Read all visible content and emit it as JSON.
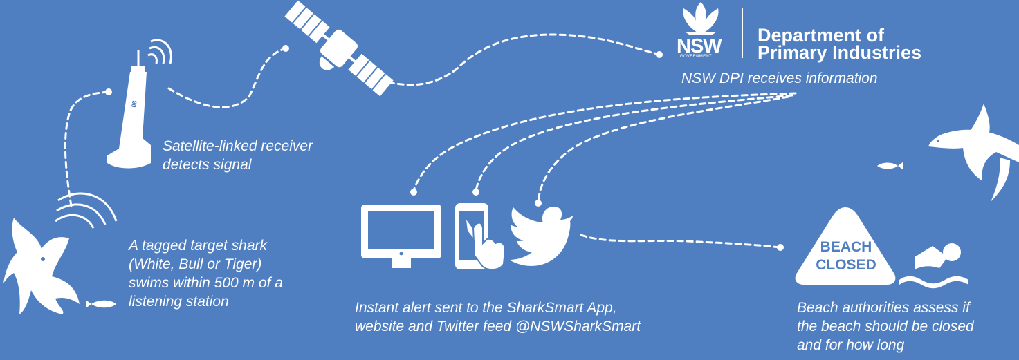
{
  "logo": {
    "wordmark": "NSW",
    "wordmark_sub": "GOVERNMENT",
    "dept_line1": "Department of",
    "dept_line2": "Primary Industries"
  },
  "captions": {
    "dpi": "NSW DPI receives information",
    "receiver": [
      "Satellite-linked receiver",
      "detects signal"
    ],
    "shark": [
      "A tagged target shark",
      "(White, Bull or Tiger)",
      "swims within 500 m of a",
      "listening station"
    ],
    "alert": [
      "Instant alert sent to the SharkSmart App,",
      "website and Twitter feed @NSWSharkSmart"
    ],
    "beach": [
      "Beach authorities assess if",
      "the beach should be closed",
      "and for how long"
    ]
  },
  "beach_sign": [
    "BEACH",
    "CLOSED"
  ],
  "buoy_label": "08",
  "icons": [
    "shark-icon",
    "fish-icon",
    "buoy-receiver-icon",
    "satellite-icon",
    "nsw-waratah-logo-icon",
    "computer-monitor-icon",
    "smartphone-icon",
    "twitter-bird-icon",
    "beach-closed-sign-icon",
    "swimmer-icon"
  ],
  "colors": {
    "background": "#4f7fc0",
    "foreground": "#ffffff"
  }
}
